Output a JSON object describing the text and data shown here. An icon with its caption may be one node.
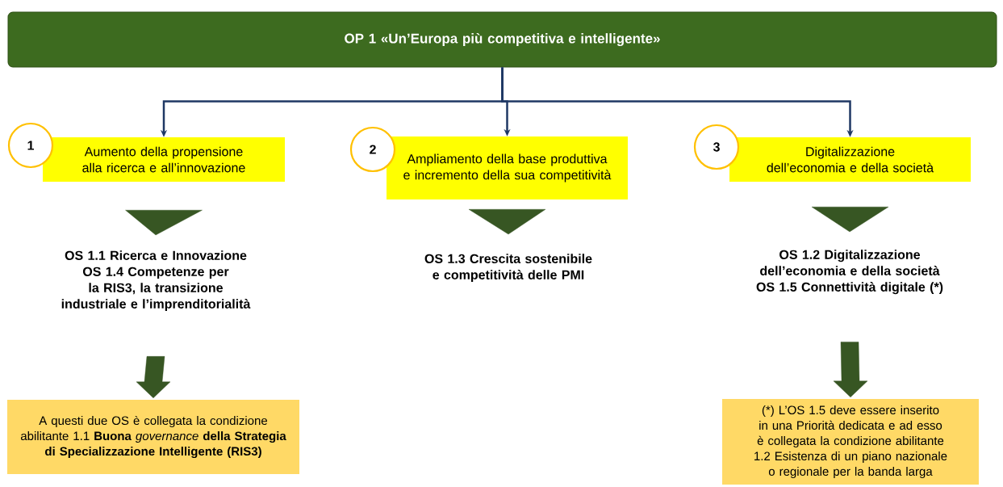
{
  "diagram": {
    "nodes": [
      {
        "text": [
          "OP 1 «Un’Europa più competitiva e intelligente»"
        ]
      },
      {
        "text": [
          "1"
        ]
      },
      {
        "text": [
          "Aumento della propensione alla ricerca e all’innovazione"
        ]
      },
      {
        "text": [
          "2"
        ]
      },
      {
        "text": [
          "Ampliamento della base produttiva e incremento della sua competitività"
        ]
      },
      {
        "text": [
          "3"
        ]
      },
      {
        "text": [
          "Digitalizzazione dell’economia e della società"
        ]
      },
      {
        "text": [
          "OS 1.1 Ricerca e Innovazione",
          "OS 1.4 Competenze per la RIS3, la transizione industriale e l’imprenditorialità"
        ]
      },
      {
        "text": [
          "OS 1.3 Crescita sostenibile e competitività delle PMI"
        ]
      },
      {
        "text": [
          "OS 1.2 Digitalizzazione dell’economia e della società",
          "OS 1.5 Connettività digitale (*)"
        ]
      },
      {
        "text": [
          "A questi due OS è collegata la condizione abilitante 1.1 **Buona** *governance* **della Strategia di Specializzazione Intelligente (RIS3)**"
        ]
      },
      {
        "text": [
          "(*) L’OS 1.5 deve essere inserito in una Priorità dedicata e ad esso è collegata la condizione abilitante 1.2 Esistenza di un piano nazionale o regionale per la banda larga"
        ]
      }
    ],
    "edges": [
      {
        "from": 0,
        "to": 2,
        "arrow": "to",
        "color": "#1f3864"
      },
      {
        "from": 0,
        "to": 4,
        "arrow": "to",
        "color": "#1f3864"
      },
      {
        "from": 0,
        "to": 6,
        "arrow": "to",
        "color": "#1f3864"
      },
      {
        "from": 2,
        "to": 7,
        "arrow": "to"
      },
      {
        "from": 4,
        "to": 8,
        "arrow": "to"
      },
      {
        "from": 6,
        "to": 9,
        "arrow": "to"
      },
      {
        "from": 7,
        "to": 10,
        "arrow": "to"
      },
      {
        "from": 9,
        "to": 11,
        "arrow": "to"
      }
    ]
  }
}
